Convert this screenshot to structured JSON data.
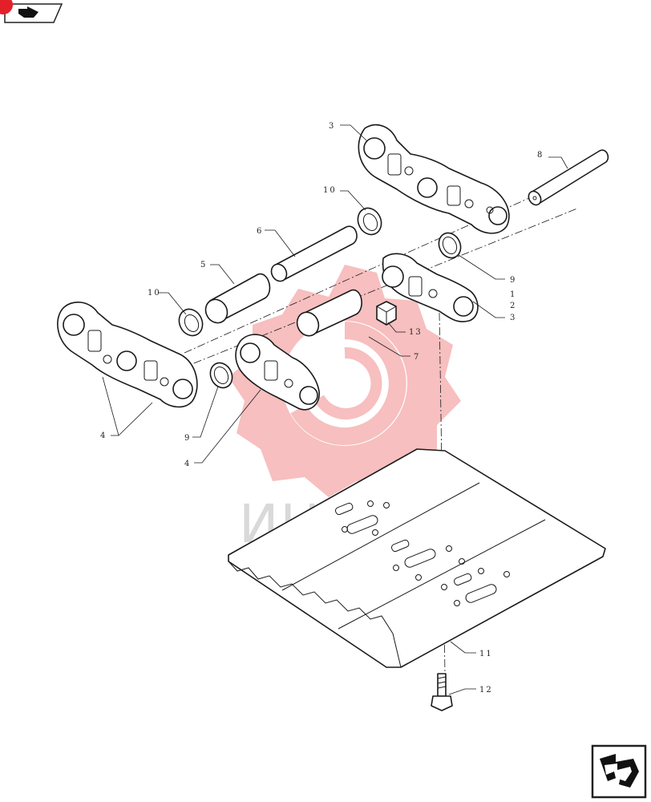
{
  "header": {
    "nav_icon": "arrow-icon",
    "badge_color": "#e3202a"
  },
  "watermark": {
    "text": "ИНТЕХ",
    "color": "#f08080"
  },
  "callouts": {
    "c1": "1",
    "c2": "2",
    "c3a": "3",
    "c3b": "3",
    "c4a": "4",
    "c4b": "4",
    "c5": "5",
    "c6": "6",
    "c7": "7",
    "c8": "8",
    "c9a": "9",
    "c9b": "9",
    "c10a": "10",
    "c10b": "10",
    "c11": "11",
    "c12": "12",
    "c13": "13"
  },
  "footer": {
    "nav_icon": "next-page-arrow-icon"
  }
}
